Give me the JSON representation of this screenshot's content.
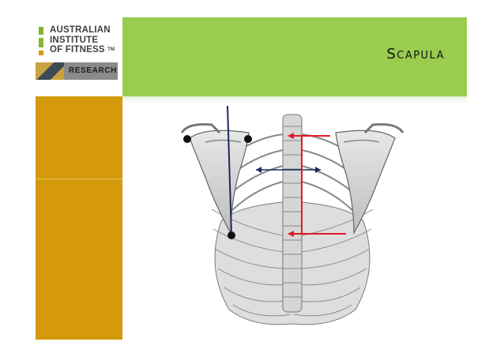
{
  "slide": {
    "title": "Scapula",
    "logo": {
      "line1": "AUSTRALIAN",
      "line2": "INSTITUTE",
      "line3": "OF FITNESS",
      "trademark": "TM",
      "research": "RESEARCH"
    },
    "colors": {
      "header_green": "#99cc4f",
      "sidebar_gold": "#d49a0b",
      "marker_navy": "#1b2a5e",
      "marker_red": "#e01b24"
    }
  }
}
